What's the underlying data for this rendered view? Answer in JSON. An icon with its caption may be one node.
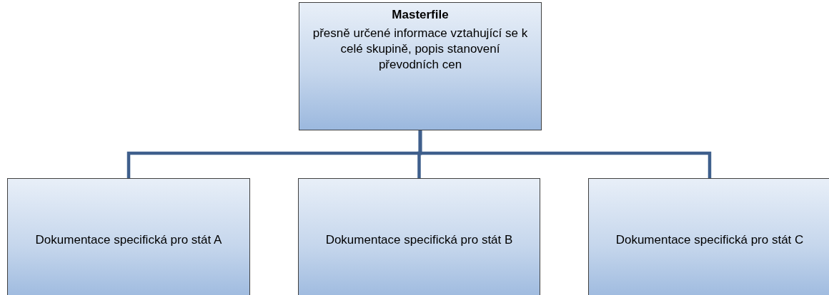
{
  "diagram": {
    "nodes": [
      {
        "text": [
          "Masterfile",
          "přesně určené informace vztahující se k celé skupině, popis stanovení převodních cen"
        ]
      },
      {
        "text": [
          "Dokumentace specifická pro stát A"
        ]
      },
      {
        "text": [
          "Dokumentace specifická pro stát B"
        ]
      },
      {
        "text": [
          "Dokumentace specifická pro stát C"
        ]
      }
    ],
    "edges": [
      {
        "from": 0,
        "to": 1,
        "arrow": "none"
      },
      {
        "from": 0,
        "to": 2,
        "arrow": "none"
      },
      {
        "from": 0,
        "to": 3,
        "arrow": "none"
      }
    ]
  }
}
